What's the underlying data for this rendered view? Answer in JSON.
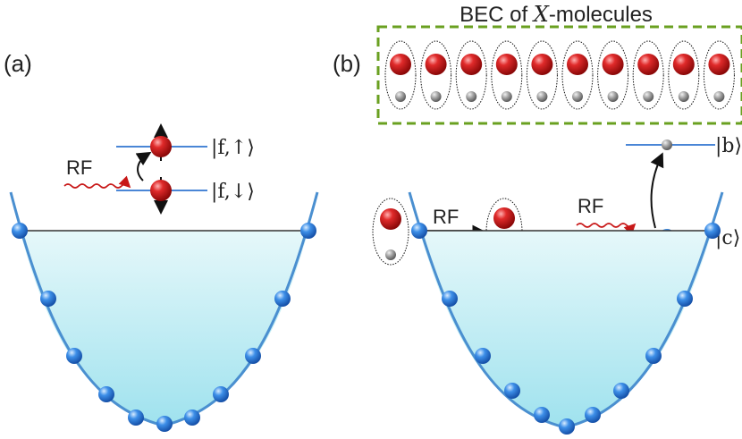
{
  "panels": {
    "a": {
      "label": "(a)",
      "rf_label": "RF",
      "upper_state": "|f,↑⟩",
      "lower_state": "|f,↓⟩"
    },
    "b": {
      "label": "(b)",
      "title_prefix": "BEC of ",
      "title_symbol": "X",
      "title_suffix": "-molecules",
      "molecule_rf_label": "RF",
      "rf_label": "RF",
      "upper_state": "|b⟩",
      "lower_state": "|c⟩"
    }
  },
  "colors": {
    "red_atom": "#d42020",
    "blue_atom": "#3a8ee8",
    "gray_atom": "#9a9a9a",
    "level_line": "#4a86d6",
    "well_fill_top": "#dff6f8",
    "well_fill_bottom": "#a8e6f0",
    "dashed_box": "#6aa020",
    "rf_wave": "#cc2020"
  },
  "bec": {
    "molecule_count": 10
  }
}
